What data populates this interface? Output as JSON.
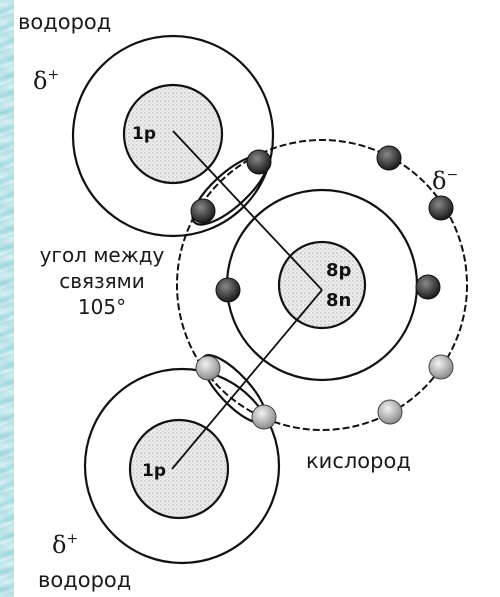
{
  "labels": {
    "hydrogen_top": "водород",
    "hydrogen_bottom": "водород",
    "oxygen": "кислород",
    "angle_line1": "угол между",
    "angle_line2": "связями",
    "angle_line3": "105°"
  },
  "charges": {
    "hydrogen_top_symbol": "δ",
    "hydrogen_top_sign": "+",
    "hydrogen_bottom_symbol": "δ",
    "hydrogen_bottom_sign": "+",
    "oxygen_symbol": "δ",
    "oxygen_sign": "−"
  },
  "nuclei": {
    "hydrogen_top": "1p",
    "hydrogen_bottom": "1p",
    "oxygen_protons": "8p",
    "oxygen_neutrons": "8n"
  }
}
